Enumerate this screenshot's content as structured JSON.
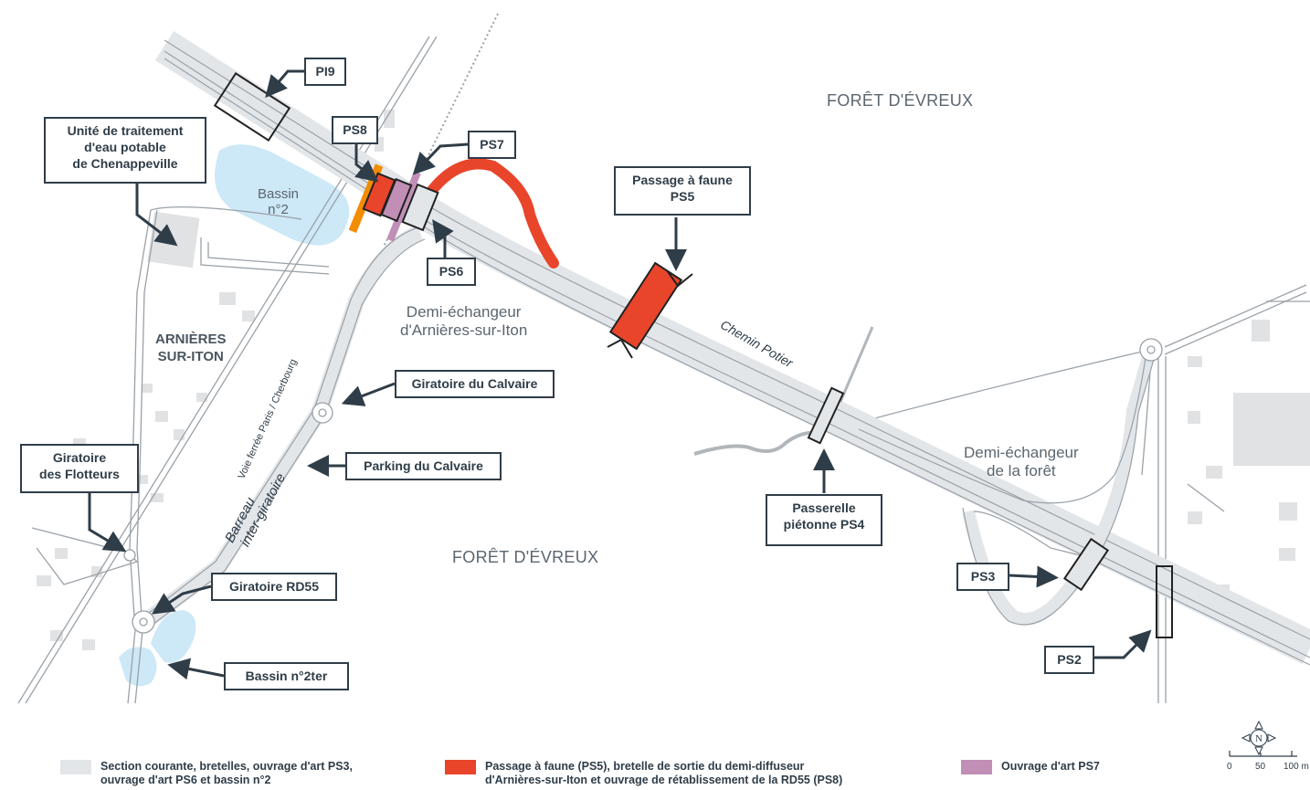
{
  "colors": {
    "road_fill": "#e3e6e9",
    "road_line": "#9aa1a8",
    "faune": "#e8452b",
    "ps7": "#c18fb6",
    "rd55": "#f28c00",
    "water": "#cde8f7",
    "building": "#dedfe0",
    "text": "#2f3d48"
  },
  "areas": {
    "foret_north": "FORÊT D'ÉVREUX",
    "foret_south": "FORÊT D'ÉVREUX"
  },
  "places": {
    "arnieres": [
      "ARNIÈRES",
      "SUR-ITON"
    ],
    "bassin2": [
      "Bassin",
      "n°2"
    ],
    "demi_arnieres": [
      "Demi-échangeur",
      "d'Arnières-sur-Iton"
    ],
    "demi_foret": [
      "Demi-échangeur",
      "de la forêt"
    ],
    "chemin_potier": "Chemin Potier",
    "voie_ferree": "Voie ferrée Paris / Cherbourg",
    "barreau": [
      "Barreau",
      "inter-giratoire"
    ]
  },
  "labels": {
    "pi9": "PI9",
    "unite": [
      "Unité de traitement",
      "d'eau potable",
      "de Chenappeville"
    ],
    "ps8": "PS8",
    "ps7": "PS7",
    "ps6": "PS6",
    "ps5": [
      "Passage à faune",
      "PS5"
    ],
    "giratoire_calvaire": "Giratoire du Calvaire",
    "parking_calvaire": "Parking du Calvaire",
    "giratoire_flotteurs": [
      "Giratoire",
      "des Flotteurs"
    ],
    "giratoire_rd55": "Giratoire RD55",
    "bassin2ter": "Bassin n°2ter",
    "ps4": [
      "Passerelle",
      "piétonne PS4"
    ],
    "ps3": "PS3",
    "ps2": "PS2"
  },
  "legend": [
    {
      "color": "#e3e6e9",
      "text": [
        "Section courante, bretelles, ouvrage d'art PS3,",
        "ouvrage d'art PS6 et bassin n°2"
      ]
    },
    {
      "color": "#e8452b",
      "text": [
        "Passage à faune (PS5), bretelle de sortie du demi-diffuseur",
        "d'Arnières-sur-Iton et ouvrage de rétablissement de la RD55 (PS8)"
      ]
    },
    {
      "color": "#c18fb6",
      "text": [
        "Ouvrage d'art PS7"
      ]
    }
  ],
  "compass": {
    "letter": "N"
  },
  "scale": {
    "ticks": [
      "0",
      "50",
      "100 m"
    ]
  }
}
